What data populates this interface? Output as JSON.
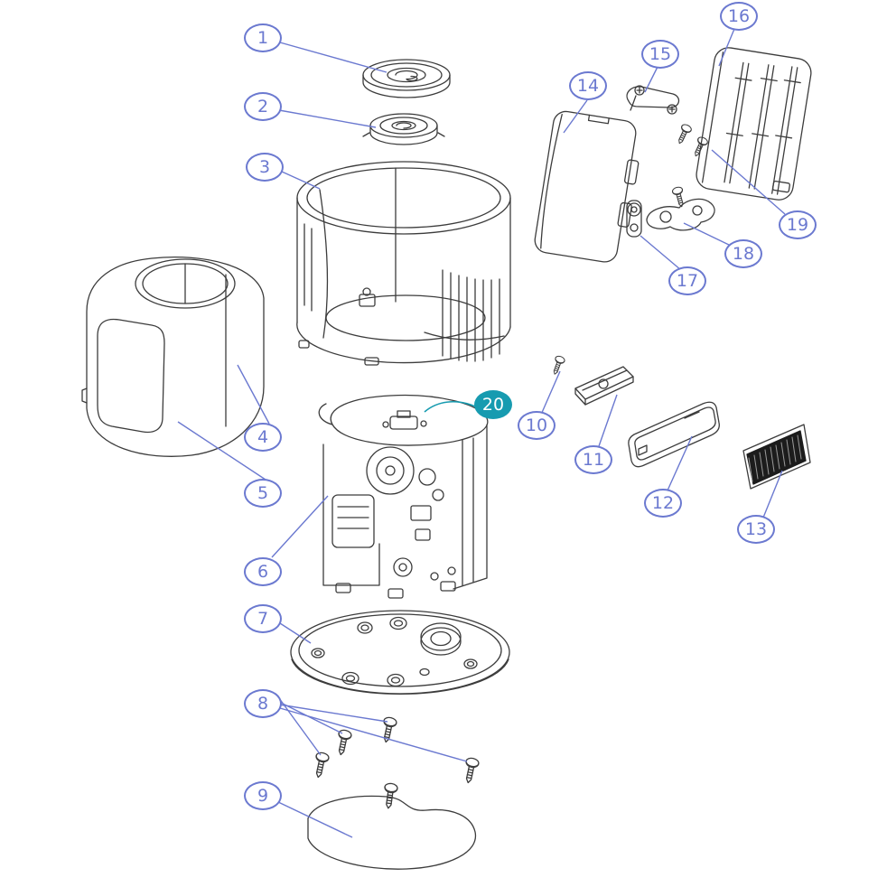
{
  "diagram": {
    "type": "exploded-parts-diagram",
    "background_color": "#ffffff",
    "callout_color": "#6b79d0",
    "drawing_color": "#3c3c3c",
    "grille_fill": "#1c1c1c",
    "highlight": {
      "fill": "#179bb0",
      "text_color": "#ffffff",
      "number": "20"
    },
    "callouts": [
      {
        "number": "1"
      },
      {
        "number": "2"
      },
      {
        "number": "3"
      },
      {
        "number": "4"
      },
      {
        "number": "5"
      },
      {
        "number": "6"
      },
      {
        "number": "7"
      },
      {
        "number": "8"
      },
      {
        "number": "9"
      },
      {
        "number": "10"
      },
      {
        "number": "11"
      },
      {
        "number": "12"
      },
      {
        "number": "13"
      },
      {
        "number": "14"
      },
      {
        "number": "15"
      },
      {
        "number": "16"
      },
      {
        "number": "17"
      },
      {
        "number": "18"
      },
      {
        "number": "19"
      },
      {
        "number": "20",
        "highlighted": true
      }
    ]
  }
}
